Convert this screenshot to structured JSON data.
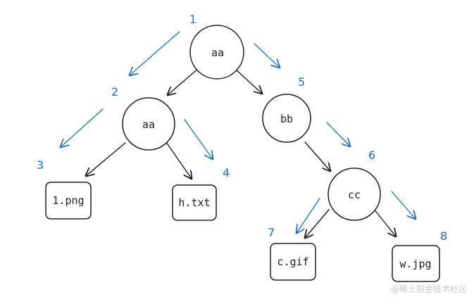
{
  "diagram": {
    "nodes": {
      "root": "aa",
      "left_dir": "aa",
      "right_dir": "bb",
      "cc_dir": "cc",
      "file_1png": "1.png",
      "file_htxt": "h.txt",
      "file_cgif": "c.gif",
      "file_wjpg": "w.jpg"
    },
    "traversal_order": [
      "1",
      "2",
      "3",
      "4",
      "5",
      "6",
      "7",
      "8"
    ],
    "colors": {
      "stroke": "#1e1e1e",
      "accent": "#1971c2",
      "background": "#ffffff"
    }
  },
  "watermark": "@稀土掘金技术社区"
}
